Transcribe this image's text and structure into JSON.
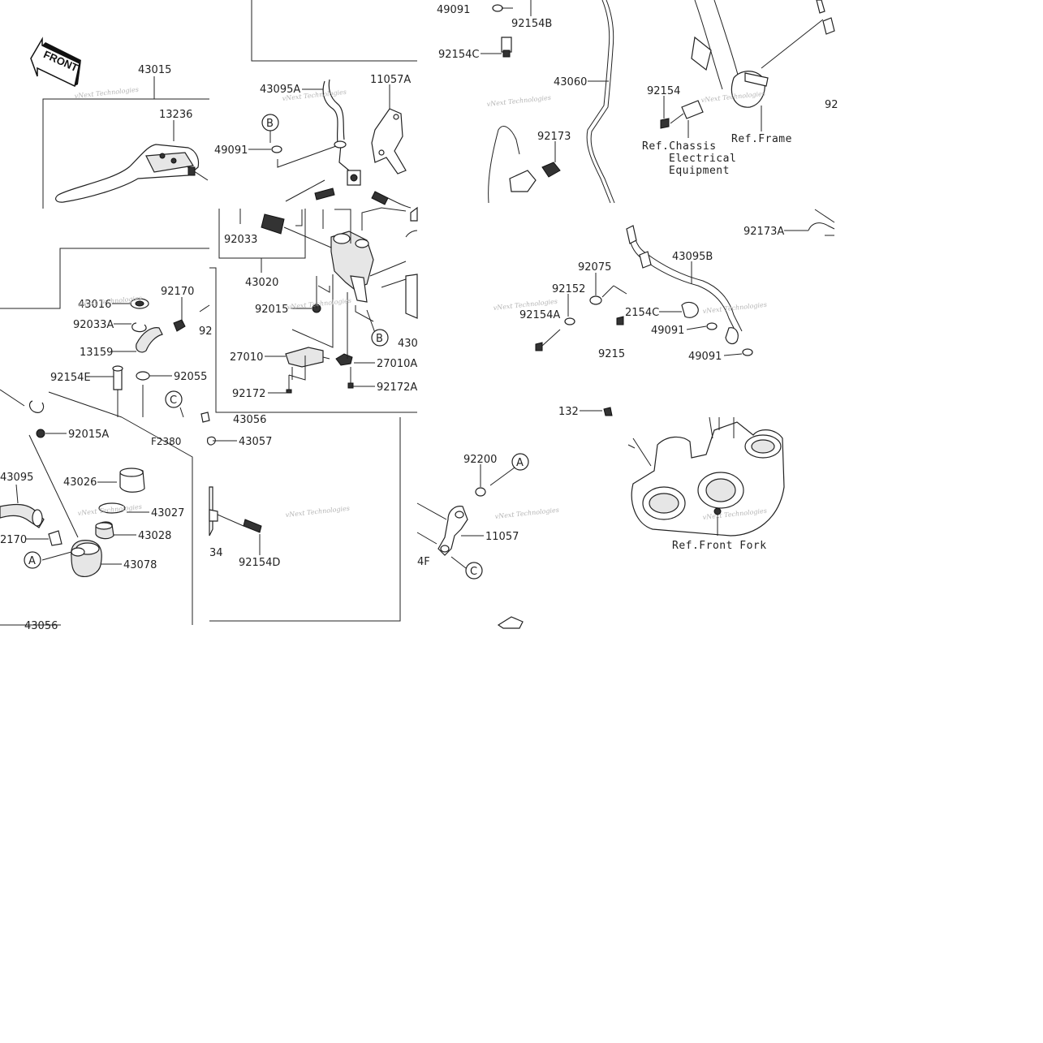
{
  "diagram": {
    "front_label": "FRONT",
    "watermark": "vNext Technologies",
    "figure_code": "F2380",
    "part_labels": {
      "p43015": "43015",
      "p13236": "13236",
      "p43095A": "43095A",
      "p11057A": "11057A",
      "p49091_top": "49091",
      "p92033": "92033",
      "p43020": "43020",
      "p92015": "92015",
      "p27010": "27010",
      "p27010A": "27010A",
      "p92172": "92172",
      "p92172A": "92172A",
      "p43016": "43016",
      "p92033A": "92033A",
      "p92170": "92170",
      "p92_cut": "92",
      "p13159": "13159",
      "p92154E": "92154E",
      "p92055": "92055",
      "p92015A": "92015A",
      "p43056_a": "43056",
      "p43057": "43057",
      "p43095": "43095",
      "p43026": "43026",
      "p43027": "43027",
      "p43028": "43028",
      "p43078": "43078",
      "p92170_low": "2170",
      "p43056_b": "43056",
      "p34_cut": "34",
      "p92154D": "92154D",
      "p430_cut": "430",
      "p49091_r": "49091",
      "p92154B": "92154B",
      "p92154C": "92154C",
      "p43060": "43060",
      "p92173": "92173",
      "p92154": "92154",
      "p92_right_cut": "92",
      "p92173A": "92173A",
      "p43095B": "43095B",
      "p92075": "92075",
      "p92152": "92152",
      "p92154A": "92154A",
      "p2154C": "2154C",
      "p49091_b1": "49091",
      "p49091_b2": "49091",
      "p9215_cut": "9215",
      "p132_cut": "132",
      "p92200": "92200",
      "p11057": "11057",
      "p4F_cut": "4F"
    },
    "ref_labels": {
      "chassis_line1": "Ref.Chassis",
      "chassis_line2": "Electrical",
      "chassis_line3": "Equipment",
      "frame": "Ref.Frame",
      "front_fork": "Ref.Front Fork"
    },
    "callouts": {
      "b_top": "B",
      "b_mid": "B",
      "c_mid": "C",
      "a_left": "A",
      "a_right": "A",
      "c_right": "C"
    }
  }
}
